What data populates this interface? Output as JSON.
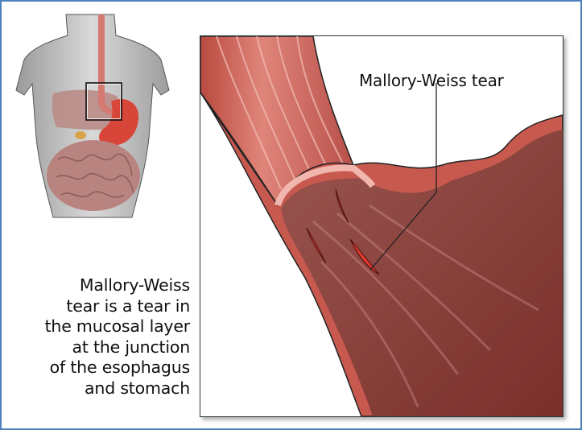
{
  "figure": {
    "title": "Mallory-Weiss tear",
    "callout_label": "Mallory-Weiss tear",
    "caption_lines": [
      "Mallory-Weiss",
      "tear is a tear in",
      "the mucosal layer",
      "at the junction",
      "of the esophagus",
      "and stomach"
    ],
    "overview_image": "torso-digestive-anatomy",
    "detail_image": "esophagus-stomach-junction-cutaway",
    "colors": {
      "frame_border": "#4f81bd",
      "tissue": "#c8574f",
      "mucosa": "#8e3f3a",
      "tear": "#e23a2e"
    }
  }
}
